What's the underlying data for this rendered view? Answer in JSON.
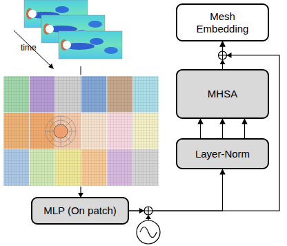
{
  "diagram": {
    "nodes": [
      {
        "text": [
          "MLP (On patch)"
        ]
      },
      {
        "text": [
          "Layer-Norm"
        ]
      },
      {
        "text": [
          "MHSA"
        ]
      },
      {
        "text": [
          "Mesh Embedding"
        ]
      }
    ],
    "edges": [
      {
        "from": 0,
        "to": 1,
        "arrow": "to"
      },
      {
        "from": 1,
        "to": 2,
        "arrow": "to"
      },
      {
        "from": 1,
        "to": 2,
        "arrow": "to"
      },
      {
        "from": 1,
        "to": 2,
        "arrow": "to"
      },
      {
        "from": 2,
        "to": 3,
        "arrow": "to"
      },
      {
        "from": 0,
        "to": 3,
        "arrow": "to"
      }
    ],
    "labels": [
      "time"
    ]
  }
}
